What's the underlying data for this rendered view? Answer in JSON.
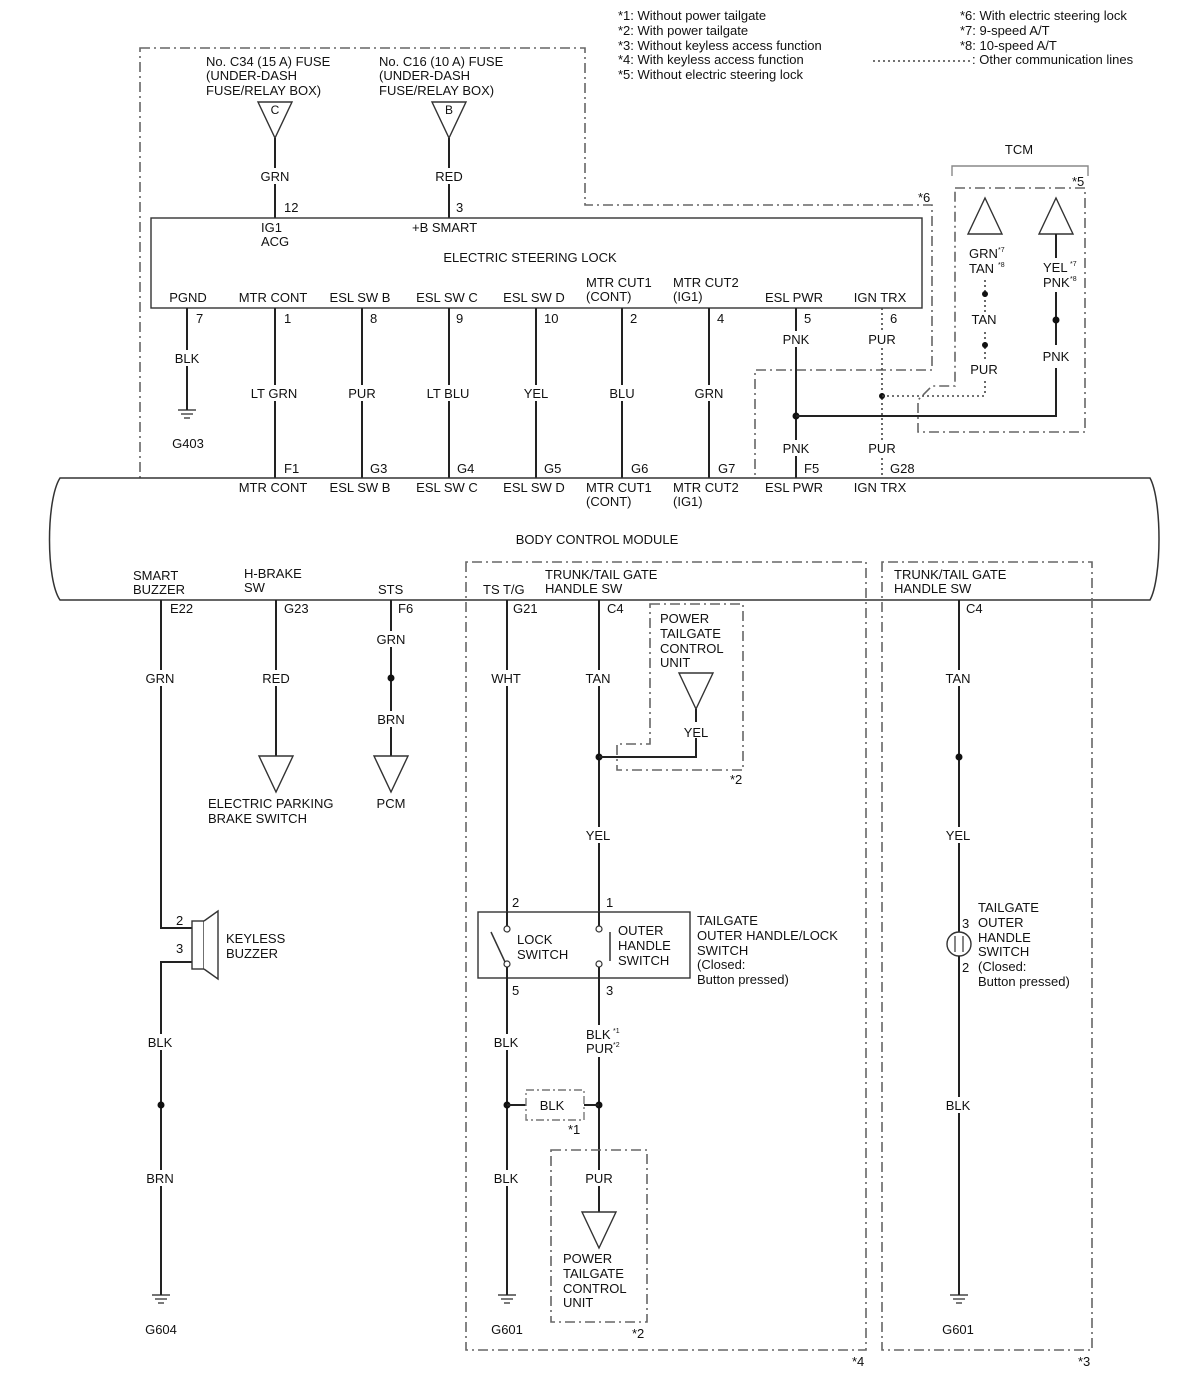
{
  "legend": {
    "notes": [
      "*1: Without power tailgate",
      "*2: With power tailgate",
      "*3: Without keyless access function",
      "*4: With keyless access function",
      "*5: Without electric steering lock",
      "*6: With electric steering lock",
      "*7: 9-speed A/T",
      "*8: 10-speed A/T",
      ": Other communication lines"
    ]
  },
  "fuses": [
    {
      "line1": "No. C34 (15 A) FUSE",
      "line2": "(UNDER-DASH",
      "line3": "FUSE/RELAY BOX)",
      "letter": "C",
      "wire": "GRN",
      "pin": "12"
    },
    {
      "line1": "No. C16 (10 A) FUSE",
      "line2": "(UNDER-DASH",
      "line3": "FUSE/RELAY BOX)",
      "letter": "B",
      "wire": "RED",
      "pin": "3"
    }
  ],
  "esl": {
    "title": "ELECTRIC STEERING LOCK",
    "ig1": "IG1",
    "acg": "ACG",
    "bsmart": "+B SMART",
    "marker": "*6",
    "pins": [
      {
        "name": "PGND",
        "name2": "",
        "pin": "7",
        "wire": "BLK"
      },
      {
        "name": "MTR CONT",
        "name2": "",
        "pin": "1",
        "wire": "LT GRN",
        "bpin": "F1"
      },
      {
        "name": "ESL SW B",
        "name2": "",
        "pin": "8",
        "wire": "PUR",
        "bpin": "G3"
      },
      {
        "name": "ESL SW C",
        "name2": "",
        "pin": "9",
        "wire": "LT BLU",
        "bpin": "G4"
      },
      {
        "name": "ESL SW D",
        "name2": "",
        "pin": "10",
        "wire": "YEL",
        "bpin": "G5"
      },
      {
        "name": "MTR CUT1",
        "name2": "(CONT)",
        "pin": "2",
        "wire": "BLU",
        "bpin": "G6"
      },
      {
        "name": "MTR CUT2",
        "name2": "(IG1)",
        "pin": "4",
        "wire": "GRN",
        "bpin": "G7"
      },
      {
        "name": "ESL PWR",
        "name2": "",
        "pin": "5",
        "wire": "PNK",
        "bpin": "F5"
      },
      {
        "name": "IGN TRX",
        "name2": "",
        "pin": "6",
        "wire": "PUR",
        "bpin": "G28"
      }
    ],
    "ground": "G403"
  },
  "tcm": {
    "title": "TCM",
    "marker": "*5",
    "left_w1": "GRN",
    "left_w2": "TAN",
    "left_mid": "TAN",
    "left_bot": "PUR",
    "right_w1": "YEL",
    "right_w2": "PNK",
    "right_bot": "PNK",
    "s7": "*7",
    "s8": "*8"
  },
  "bcm": {
    "title": "BODY CONTROL MODULE",
    "top_labels": [
      {
        "l1": "MTR CONT",
        "l2": ""
      },
      {
        "l1": "ESL SW B",
        "l2": ""
      },
      {
        "l1": "ESL SW C",
        "l2": ""
      },
      {
        "l1": "ESL SW D",
        "l2": ""
      },
      {
        "l1": "MTR CUT1",
        "l2": "(CONT)"
      },
      {
        "l1": "MTR CUT2",
        "l2": "(IG1)"
      },
      {
        "l1": "ESL PWR",
        "l2": ""
      },
      {
        "l1": "IGN TRX",
        "l2": ""
      }
    ],
    "bottom": [
      {
        "l1": "SMART",
        "l2": "BUZZER",
        "pin": "E22"
      },
      {
        "l1": "H-BRAKE",
        "l2": "SW",
        "pin": "G23"
      },
      {
        "l1": "STS",
        "l2": "",
        "pin": "F6"
      },
      {
        "l1": "TS T/G",
        "l2": "",
        "pin": "G21"
      },
      {
        "l1": "TRUNK/TAIL GATE",
        "l2": "HANDLE SW",
        "pin": "C4"
      },
      {
        "l1": "TRUNK/TAIL GATE",
        "l2": "HANDLE SW",
        "pin": "C4"
      }
    ]
  },
  "buzzer": {
    "wire_top": "GRN",
    "pin2": "2",
    "pin3": "3",
    "label1": "KEYLESS",
    "label2": "BUZZER",
    "wire_mid": "BLK",
    "wire_bot": "BRN",
    "ground": "G604"
  },
  "epb": {
    "wire": "RED",
    "label1": "ELECTRIC PARKING",
    "label2": "BRAKE SWITCH"
  },
  "pcm": {
    "wire1": "GRN",
    "wire2": "BRN",
    "label": "PCM"
  },
  "tailgate": {
    "wire_ts": "WHT",
    "wire_c4": "TAN",
    "ptcu_label": [
      "POWER",
      "TAILGATE",
      "CONTROL",
      "UNIT"
    ],
    "ptcu_wire": "YEL",
    "marker2": "*2",
    "wire_yel": "YEL",
    "pin2": "2",
    "pin1": "1",
    "pin5": "5",
    "pin3": "3",
    "lock": [
      "LOCK",
      "SWITCH"
    ],
    "outer": [
      "OUTER",
      "HANDLE",
      "SWITCH"
    ],
    "desc": [
      "TAILGATE",
      "OUTER HANDLE/LOCK",
      "SWITCH",
      "(Closed:",
      "Button pressed)"
    ],
    "wire_blk": "BLK",
    "wire_blk_pur1": "BLK",
    "wire_blk_pur2": "PUR",
    "s1": "*1",
    "s2": "*2",
    "jumper": "BLK",
    "marker1": "*1",
    "wire_blk2": "BLK",
    "wire_pur": "PUR",
    "ptcu2_label": [
      "POWER",
      "TAILGATE",
      "CONTROL",
      "UNIT"
    ],
    "marker2b": "*2",
    "ground": "G601",
    "marker4": "*4"
  },
  "tailgate3": {
    "wire_tan": "TAN",
    "wire_yel": "YEL",
    "pin3": "3",
    "pin2": "2",
    "desc": [
      "TAILGATE",
      "OUTER",
      "HANDLE",
      "SWITCH",
      "(Closed:",
      "Button pressed)"
    ],
    "wire_blk": "BLK",
    "ground": "G601",
    "marker3": "*3"
  }
}
